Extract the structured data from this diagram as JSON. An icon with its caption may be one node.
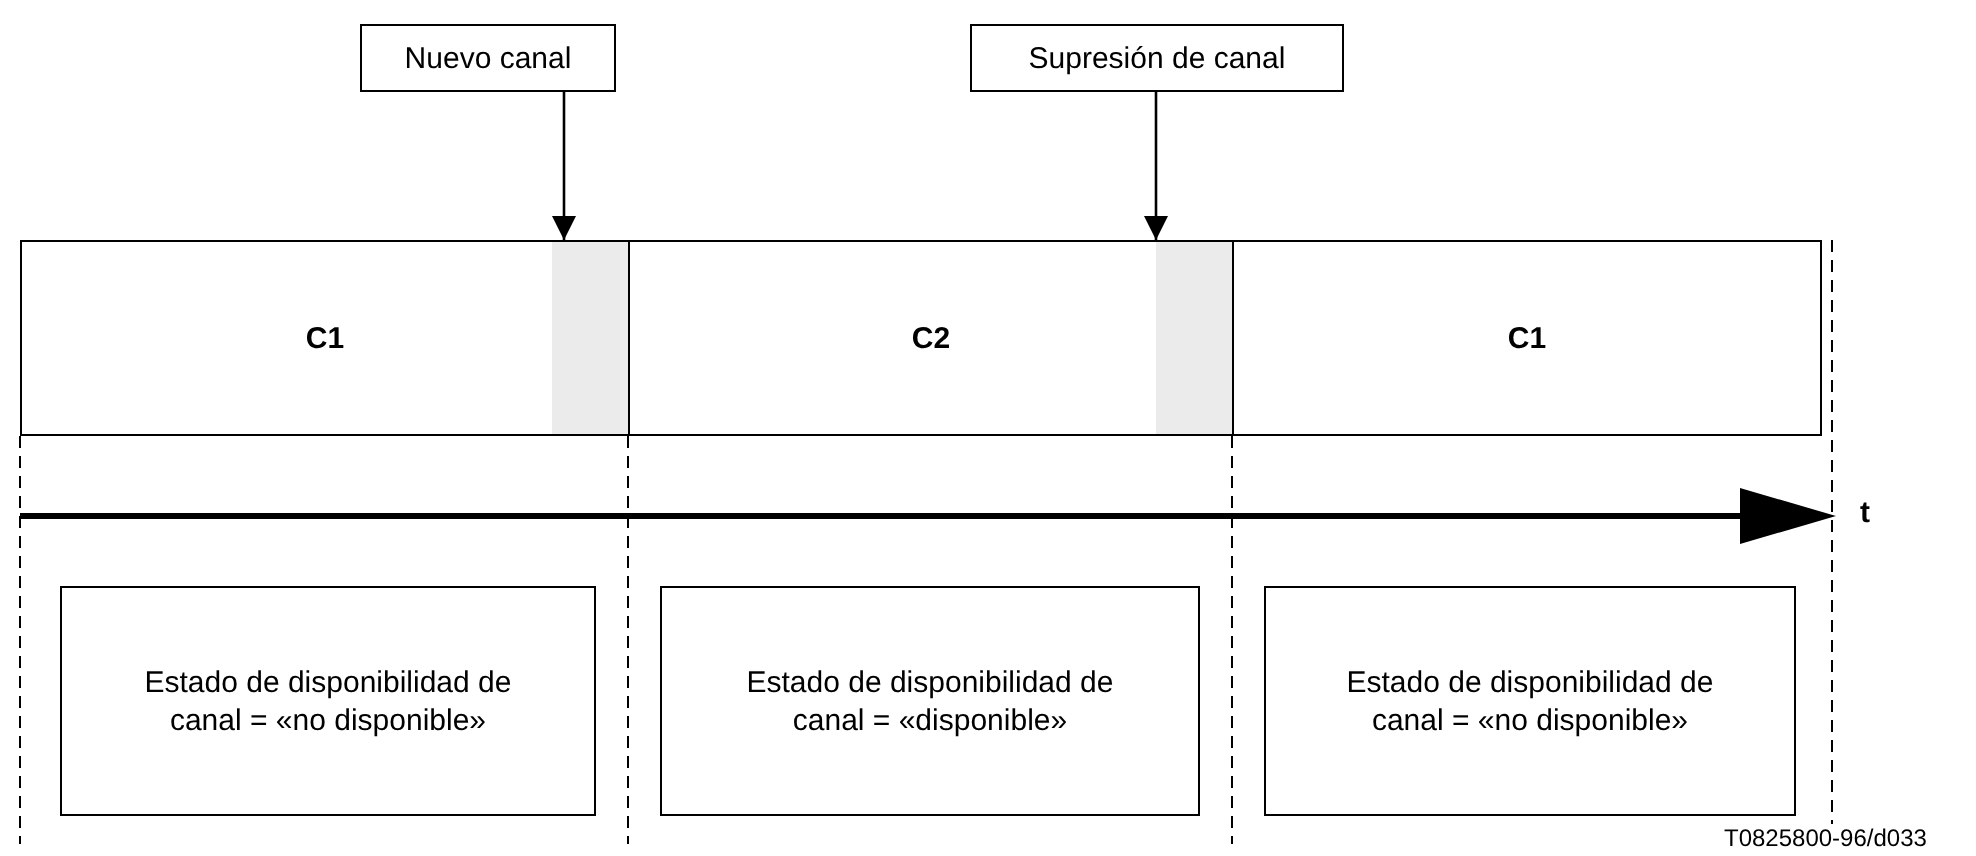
{
  "diagram": {
    "nodes": [
      {
        "text": [
          "Nuevo canal"
        ]
      },
      {
        "text": [
          "Supresión de canal"
        ]
      },
      {
        "text": [
          "C1"
        ]
      },
      {
        "text": [],
        "shape": "bar",
        "in": 2
      },
      {
        "text": [
          "C2"
        ]
      },
      {
        "text": [],
        "shape": "bar",
        "in": 4
      },
      {
        "text": [
          "C1"
        ]
      },
      {
        "text": [
          "Estado de disponibilidad de canal = «no disponible»"
        ]
      },
      {
        "text": [
          "Estado de disponibilidad de canal = «disponible»"
        ]
      },
      {
        "text": [
          "Estado de disponibilidad de canal = «no disponible»"
        ]
      }
    ],
    "edges": [
      {
        "from": 0,
        "to": 3,
        "arrow": "to"
      },
      {
        "from": 1,
        "to": 5,
        "arrow": "to"
      }
    ],
    "labels": [
      "t",
      "T0825800-96/d033"
    ]
  }
}
